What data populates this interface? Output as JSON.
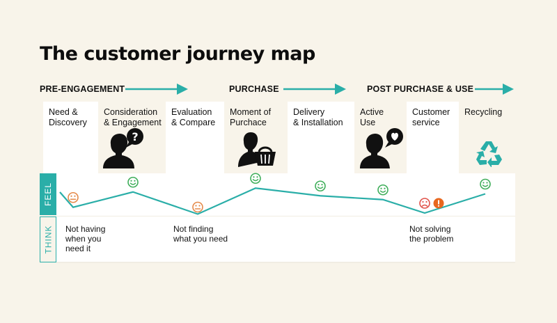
{
  "title": "The customer journey map",
  "phases": [
    {
      "label": "PRE-ENGAGEMENT"
    },
    {
      "label": "PURCHASE"
    },
    {
      "label": "POST PURCHASE & USE"
    }
  ],
  "stages": [
    {
      "label": "Need &\nDiscovery",
      "icon": ""
    },
    {
      "label": "Consideration\n& Engagement",
      "icon": "person-question-icon"
    },
    {
      "label": "Evaluation\n& Compare",
      "icon": ""
    },
    {
      "label": "Moment of\nPurchace",
      "icon": "person-basket-icon"
    },
    {
      "label": "Delivery\n& Installation",
      "icon": ""
    },
    {
      "label": "Active\nUse",
      "icon": "person-heart-icon"
    },
    {
      "label": "Customer\nservice",
      "icon": ""
    },
    {
      "label": "Recycling",
      "icon": "recycle-icon"
    }
  ],
  "rows": {
    "feel": "FEEL",
    "think": "THINK"
  },
  "feel_curve": [
    {
      "stage": "Need & Discovery",
      "mood": "neutral",
      "level": 0.35
    },
    {
      "stage": "Consideration & Engagement",
      "mood": "happy",
      "level": 0.75
    },
    {
      "stage": "Evaluation & Compare",
      "mood": "neutral",
      "level": 0.1
    },
    {
      "stage": "Moment of Purchace",
      "mood": "happy",
      "level": 0.85
    },
    {
      "stage": "Delivery & Installation",
      "mood": "happy",
      "level": 0.65
    },
    {
      "stage": "Active Use",
      "mood": "happy",
      "level": 0.55
    },
    {
      "stage": "Customer service",
      "mood": "sad",
      "level": 0.2
    },
    {
      "stage": "Recycling",
      "mood": "happy",
      "level": 0.7
    }
  ],
  "thoughts": [
    {
      "text": "Not having\nwhen you\nneed it"
    },
    {
      "text": "Not finding\nwhat you need"
    },
    {
      "text": "Not solving\nthe problem"
    }
  ],
  "colors": {
    "teal": "#2aaea8",
    "happy": "#3fae5a",
    "neutral": "#e58a4a",
    "sad": "#e0524a",
    "alert": "#e8671e"
  }
}
